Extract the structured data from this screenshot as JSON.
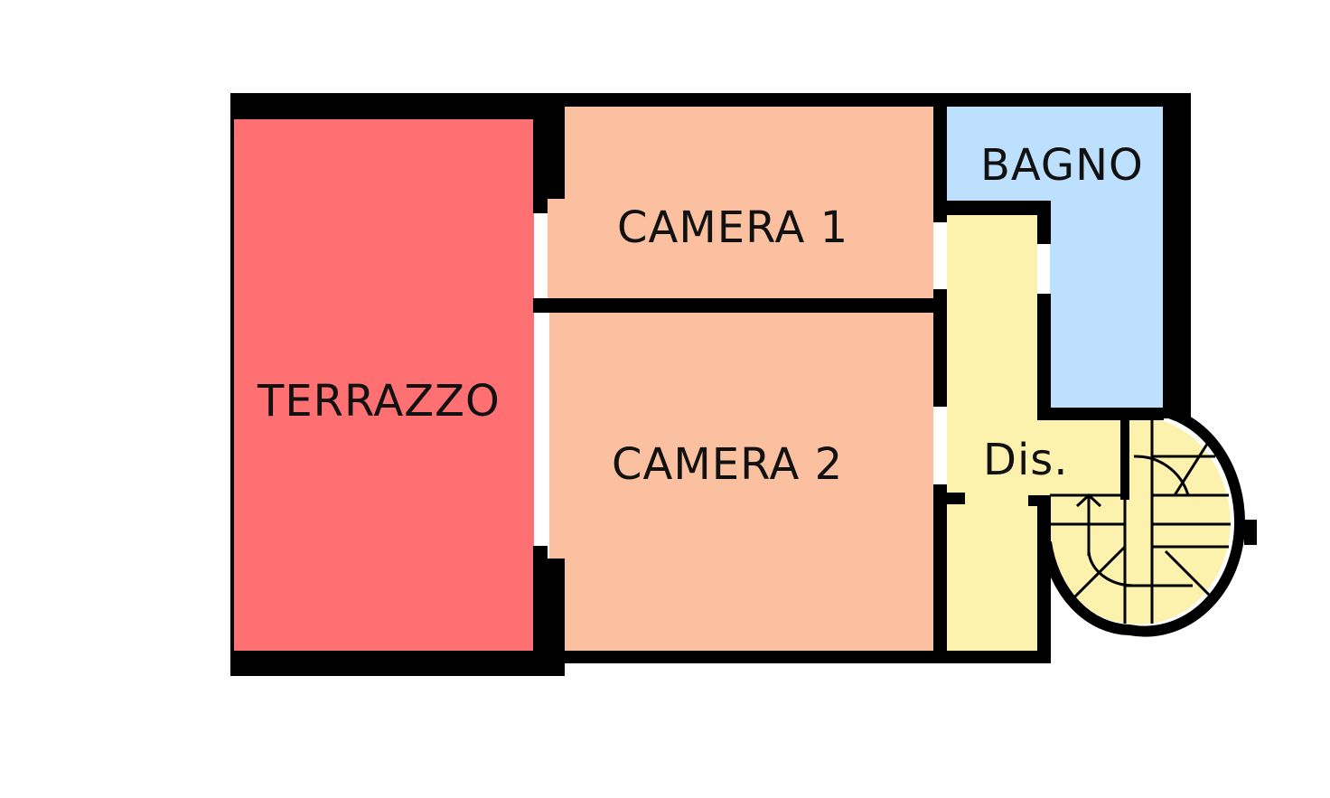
{
  "floorplan": {
    "rooms": [
      {
        "id": "terrazzo",
        "label": "TERRAZZO",
        "color": "#ff7072"
      },
      {
        "id": "camera1",
        "label": "CAMERA 1",
        "color": "#fbc0a0"
      },
      {
        "id": "camera2",
        "label": "CAMERA 2",
        "color": "#fbc0a0"
      },
      {
        "id": "bagno",
        "label": "BAGNO",
        "color": "#bde0fe"
      },
      {
        "id": "disimpegno",
        "label": "Dis.",
        "color": "#fcf2ad"
      }
    ],
    "colors": {
      "wall": "#000000",
      "stairs": "#fcf2ad",
      "background": "#ffffff"
    }
  }
}
